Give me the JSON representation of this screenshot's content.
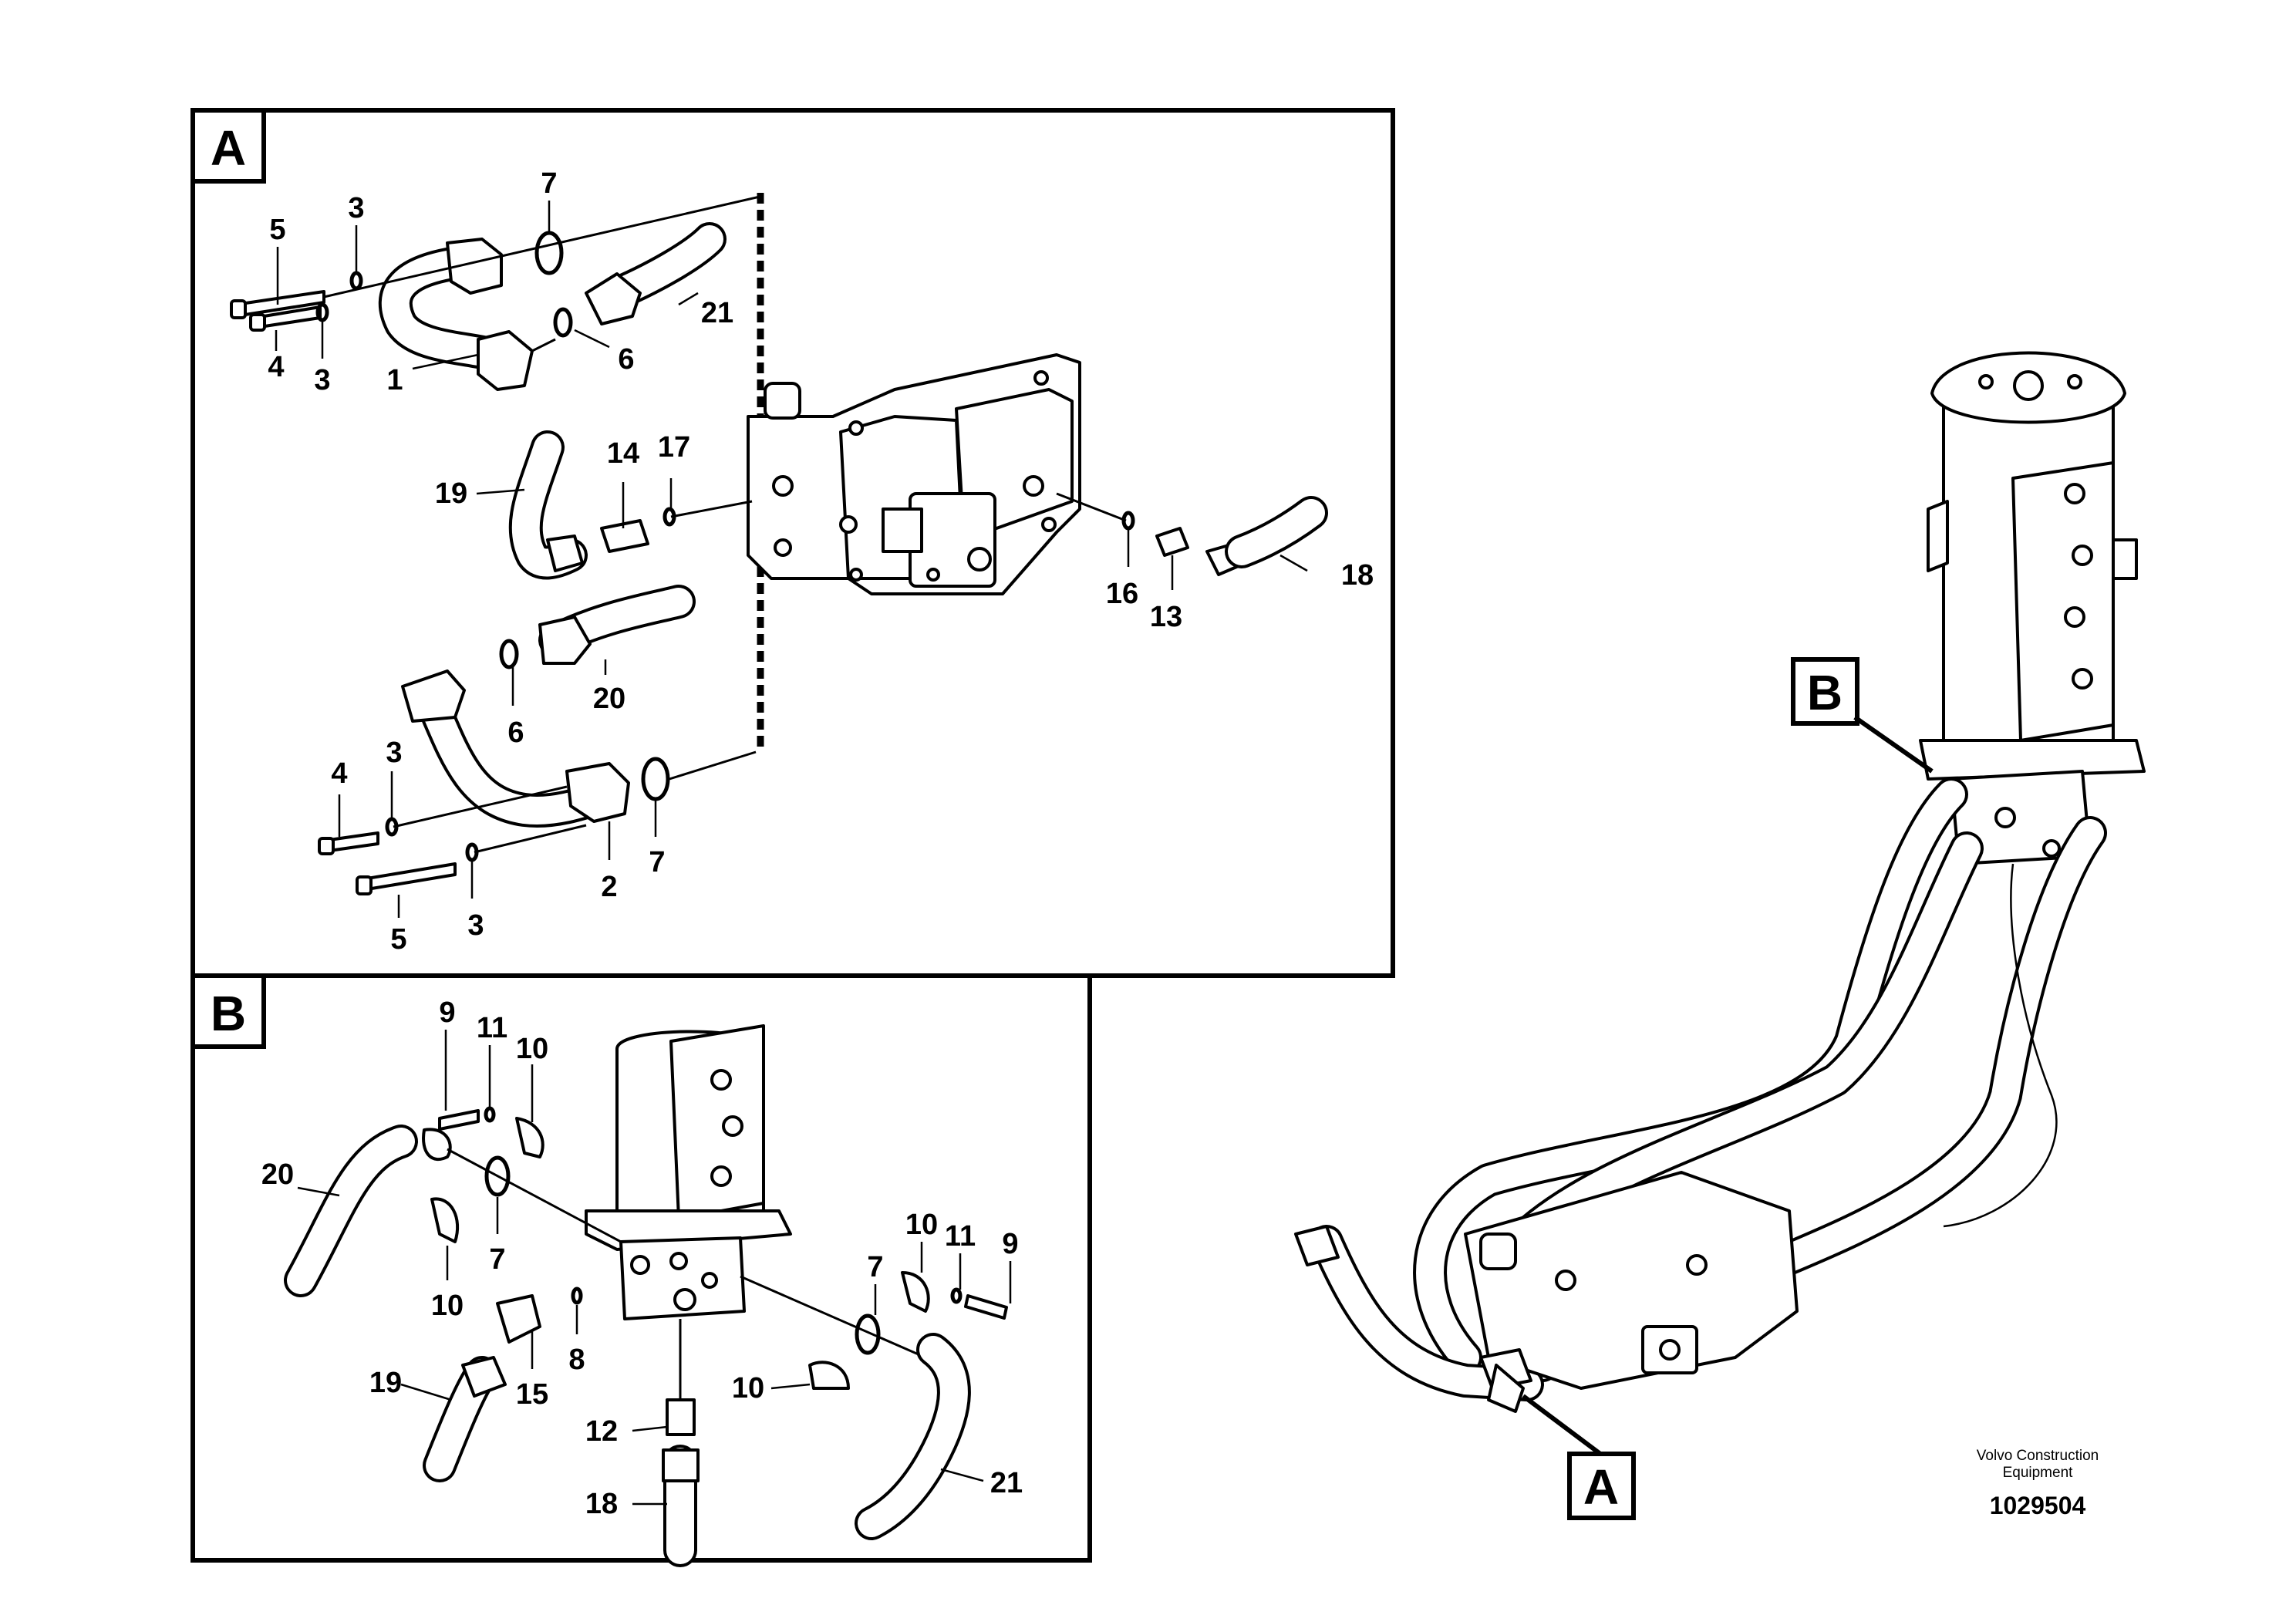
{
  "detail_a": {
    "label": "A",
    "callouts": {
      "c1": "1",
      "c2": "2",
      "c3a": "3",
      "c3b": "3",
      "c3c": "3",
      "c3d": "3",
      "c4a": "4",
      "c4b": "4",
      "c5a": "5",
      "c5b": "5",
      "c6a": "6",
      "c6b": "6",
      "c7a": "7",
      "c7b": "7",
      "c13": "13",
      "c14": "14",
      "c16": "16",
      "c17": "17",
      "c18": "18",
      "c19": "19",
      "c20": "20",
      "c21": "21"
    }
  },
  "detail_b": {
    "label": "B",
    "callouts": {
      "c7a": "7",
      "c7b": "7",
      "c8": "8",
      "c9a": "9",
      "c9b": "9",
      "c10a": "10",
      "c10b": "10",
      "c10c": "10",
      "c10d": "10",
      "c11a": "11",
      "c11b": "11",
      "c12": "12",
      "c15": "15",
      "c18": "18",
      "c19": "19",
      "c20": "20",
      "c21": "21"
    }
  },
  "overview": {
    "label_a": "A",
    "label_b": "B"
  },
  "footer": {
    "company_line1": "Volvo Construction",
    "company_line2": "Equipment",
    "drawing_number": "1029504"
  }
}
